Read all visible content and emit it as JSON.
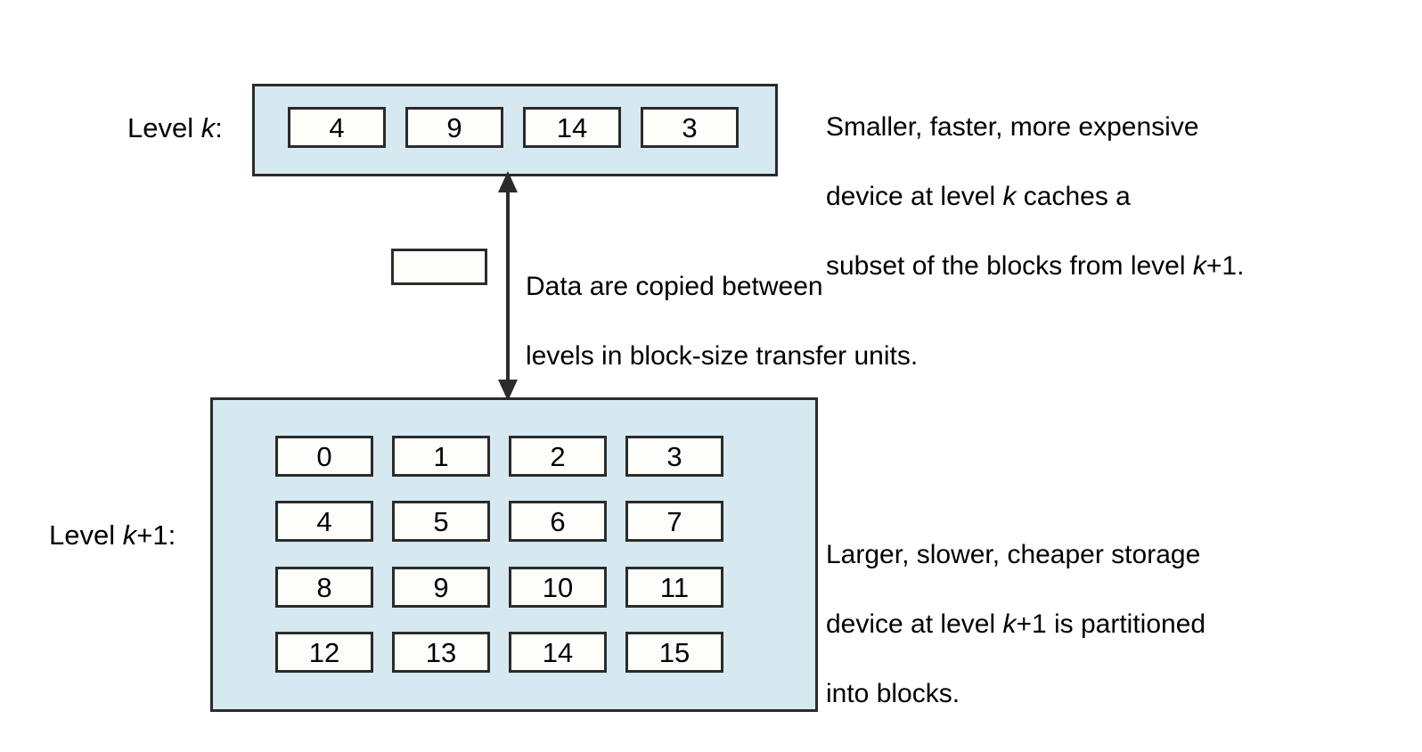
{
  "diagram": {
    "title": "Memory hierarchy caching between level k and level k+1",
    "colors": {
      "level_fill": "#d6e9f0",
      "block_fill": "#fdfdfa",
      "stroke": "#2b2b2b",
      "text": "#000000",
      "page_background": "#ffffff"
    }
  },
  "level_k": {
    "label_prefix": "Level ",
    "label_k": "k",
    "label_suffix": ":",
    "label_full": "Level k:",
    "blocks": [
      "4",
      "9",
      "14",
      "3"
    ]
  },
  "level_k_plus_1": {
    "label_prefix": "Level ",
    "label_k": "k",
    "label_suffix": "+1:",
    "label_full": "Level k+1:",
    "blocks": [
      [
        "0",
        "1",
        "2",
        "3"
      ],
      [
        "4",
        "5",
        "6",
        "7"
      ],
      [
        "8",
        "9",
        "10",
        "11"
      ],
      [
        "12",
        "13",
        "14",
        "15"
      ]
    ]
  },
  "transfer": {
    "block_label": "",
    "arrow_name": "double-headed-vertical-arrow"
  },
  "notes": {
    "top": {
      "line1": "Smaller, faster, more expensive",
      "line2_a": "device at level ",
      "line2_k": "k",
      "line2_b": " caches a",
      "line3_a": "subset of the blocks from level ",
      "line3_k": "k",
      "line3_b": "+1.",
      "full": "Smaller, faster, more expensive device at level k caches a subset of the blocks from level k+1."
    },
    "middle": {
      "line1": "Data are copied between",
      "line2": "levels in block-size transfer units.",
      "full": "Data are copied between levels in block-size transfer units."
    },
    "bottom": {
      "line1": "Larger, slower, cheaper storage",
      "line2_a": "device at level ",
      "line2_k": "k",
      "line2_b": "+1 is partitioned",
      "line3": "into blocks.",
      "full": "Larger, slower, cheaper storage device at level k+1 is partitioned into blocks."
    }
  }
}
